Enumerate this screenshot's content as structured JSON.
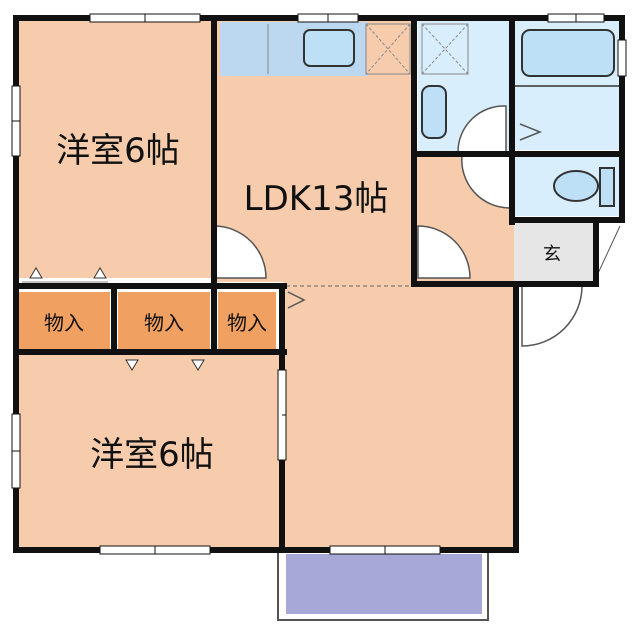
{
  "rooms": {
    "western_room_top": "洋室6帖",
    "western_room_bottom": "洋室6帖",
    "ldk": "LDK13帖",
    "entrance": "玄"
  },
  "closets": {
    "closet_left": "物入",
    "closet_middle": "物入",
    "closet_right": "物入"
  },
  "colors": {
    "room_floor": "#f6ccac",
    "closet_floor": "#f0a060",
    "wet_area": "#d8eefc",
    "kitchen_counter": "#bcd8f0",
    "entrance_floor": "#e6e6e6",
    "balcony": "#a8a8d8",
    "wall": "#111111"
  }
}
